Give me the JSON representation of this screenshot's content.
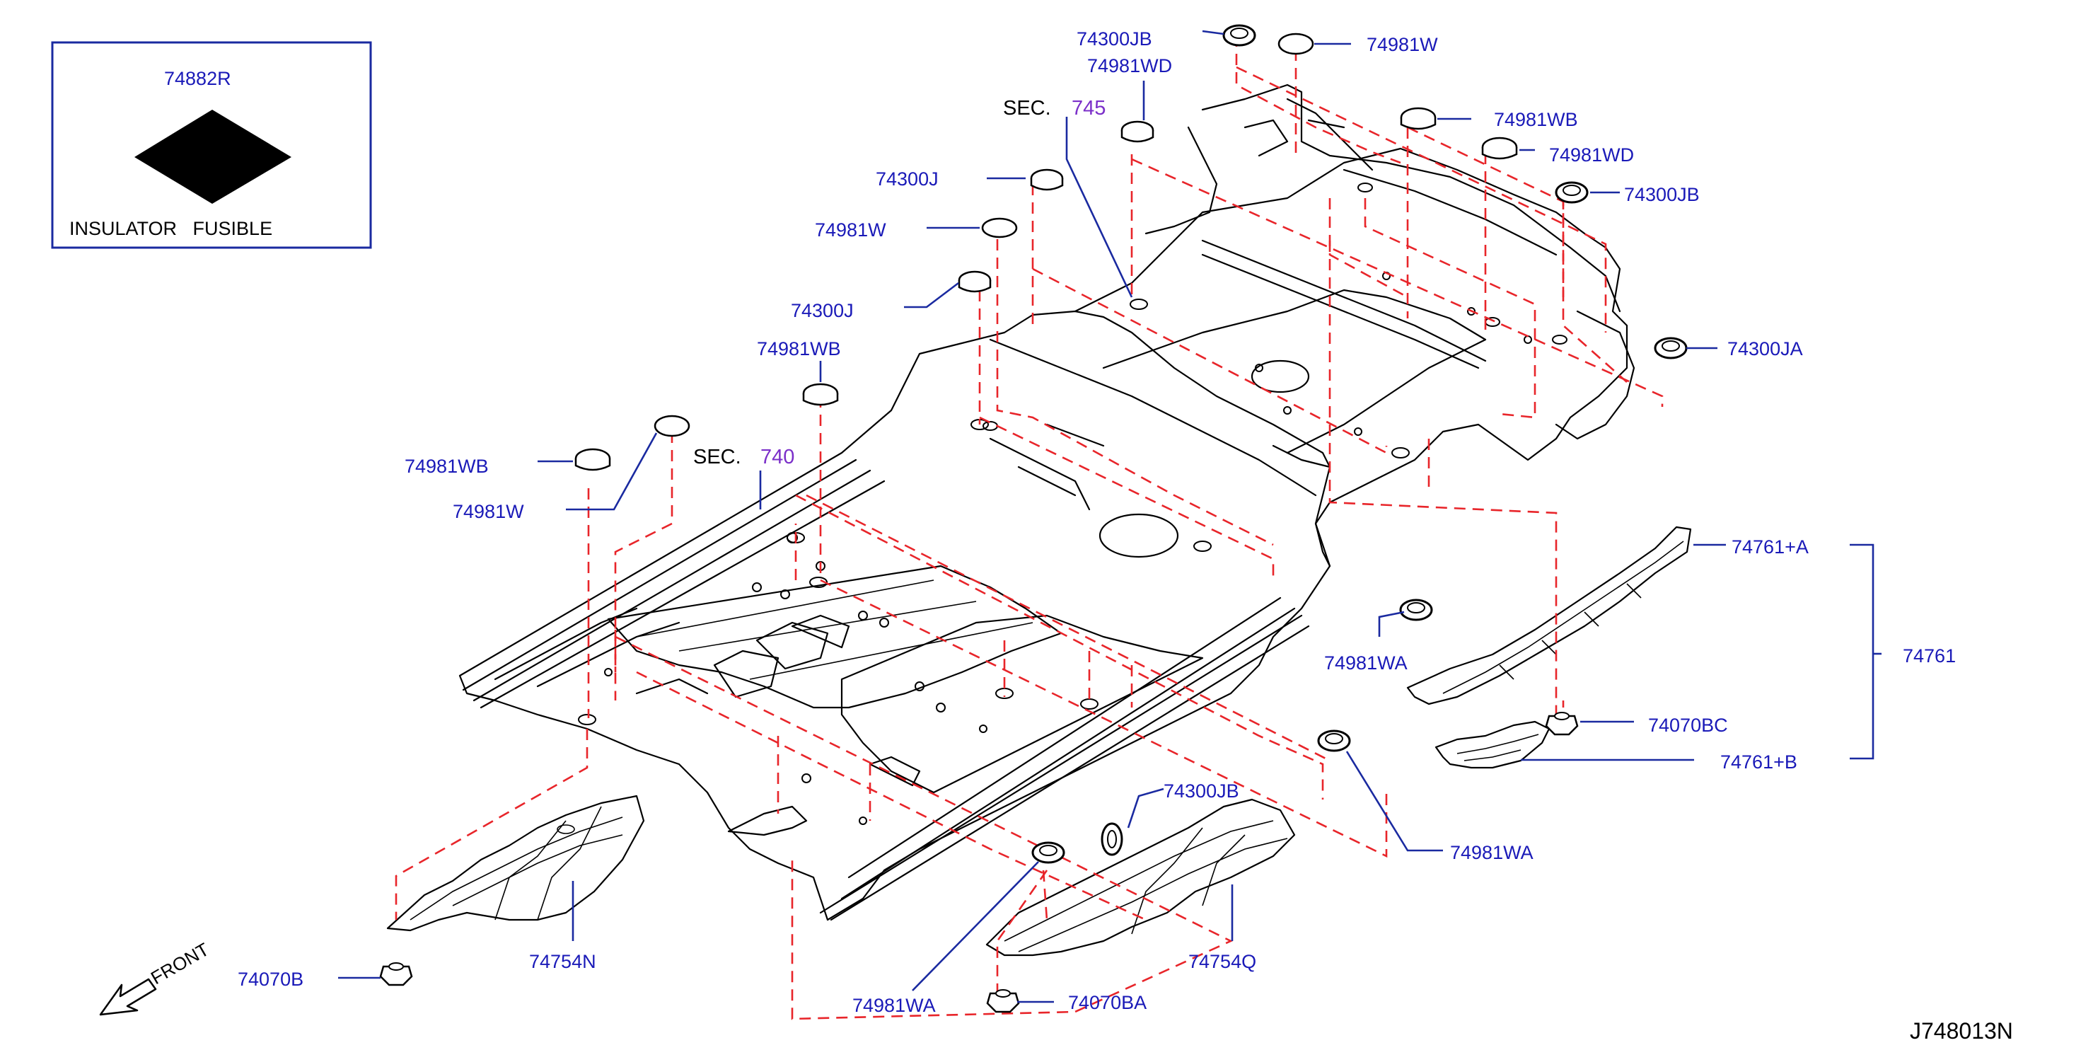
{
  "colors": {
    "label": "#1a1ab8",
    "leader": "#1a2aa0",
    "dashed": "#e8252a",
    "section_ref": "#7b2fc9",
    "ink": "#000000"
  },
  "inset": {
    "part_number": "74882R",
    "caption": "INSULATOR   FUSIBLE"
  },
  "sections": {
    "sec_745": {
      "prefix": "SEC.",
      "number": "745"
    },
    "sec_740": {
      "prefix": "SEC.",
      "number": "740"
    }
  },
  "labels": {
    "p74300JB_top": "74300JB",
    "p74981W_top": "74981W",
    "p74981WD_top": "74981WD",
    "p74981WB_right": "74981WB",
    "p74981WD_right": "74981WD",
    "p74300JB_right": "74300JB",
    "p74300J_upper": "74300J",
    "p74981W_mid": "74981W",
    "p74300J_lower": "74300J",
    "p74981WB_mid": "74981WB",
    "p74300JA": "74300JA",
    "p74981WB_left": "74981WB",
    "p74981W_left": "74981W",
    "p74761A": "74761+A",
    "p74761": "74761",
    "p74981WA_right": "74981WA",
    "p74070BC": "74070BC",
    "p74761B": "74761+B",
    "p74300JB_bottom": "74300JB",
    "p74981WA_lower": "74981WA",
    "p74754N": "74754N",
    "p74754Q": "74754Q",
    "p74070B": "74070B",
    "p74981WA_bottom": "74981WA",
    "p74070BA": "74070BA"
  },
  "front_label": "FRONT",
  "diagram_code": "J748013N",
  "icons": [
    "front-arrow-icon",
    "grommet-icon",
    "plug-icon",
    "clip-nut-icon",
    "insulator-fusible-icon"
  ]
}
